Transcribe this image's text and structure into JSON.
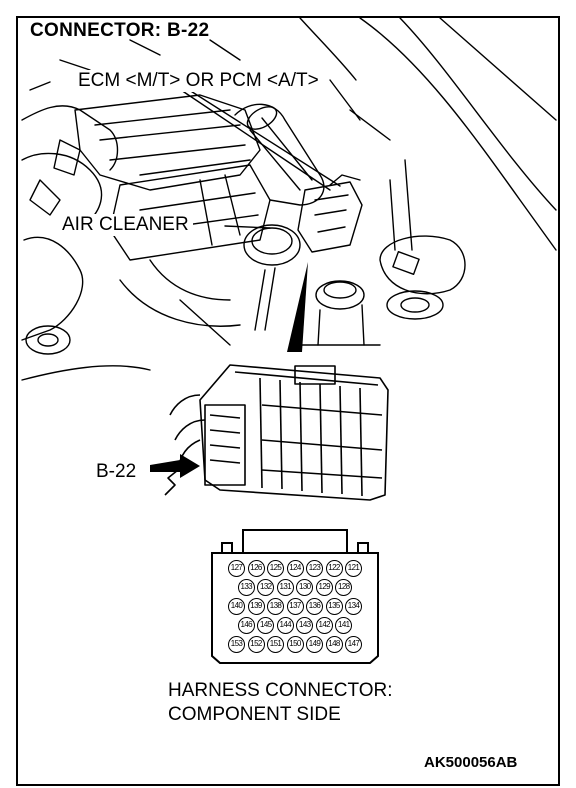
{
  "title": "CONNECTOR: B-22",
  "labels": {
    "ecm": "ECM <M/T> OR PCM <A/T>",
    "air_cleaner": "AIR CLEANER",
    "connector_id": "B-22"
  },
  "harness_caption": {
    "line1": "HARNESS CONNECTOR:",
    "line2": "COMPONENT SIDE"
  },
  "figure_code": "AK500056AB",
  "connector_pins": [
    [
      "127",
      "126",
      "125",
      "124",
      "123",
      "122",
      "121"
    ],
    [
      "133",
      "132",
      "131",
      "130",
      "129",
      "128"
    ],
    [
      "140",
      "139",
      "138",
      "137",
      "136",
      "135",
      "134"
    ],
    [
      "146",
      "145",
      "144",
      "143",
      "142",
      "141"
    ],
    [
      "153",
      "152",
      "151",
      "150",
      "149",
      "148",
      "147"
    ]
  ]
}
